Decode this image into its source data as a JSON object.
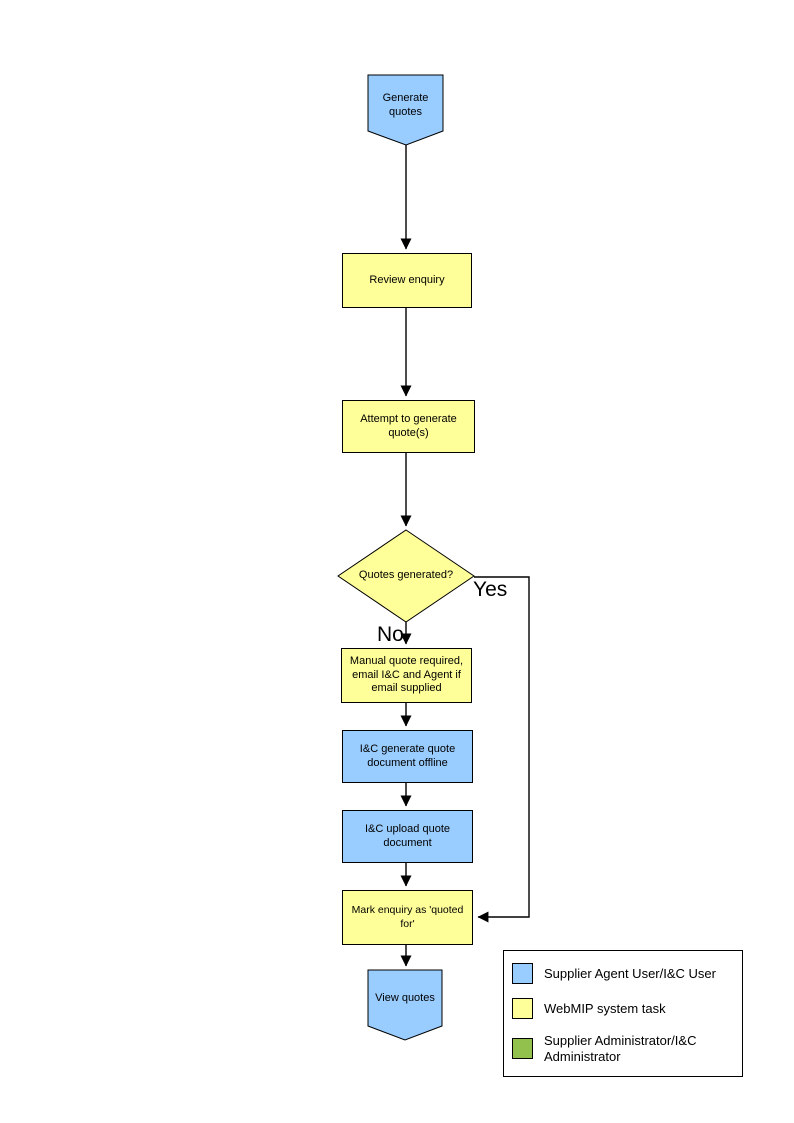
{
  "diagram": {
    "title": "Generate quotes flowchart",
    "background": "#ffffff"
  },
  "colors": {
    "user_task": "#99CCFF",
    "system_task": "#FFFF99",
    "admin_task": "#92C14E",
    "outline": "#000000",
    "connector": "#000000"
  },
  "nodes": {
    "generate_quotes": {
      "label": "Generate quotes",
      "shape": "off-page-connector",
      "role": "user_task"
    },
    "review_enquiry": {
      "label": "Review enquiry",
      "shape": "process",
      "role": "system_task"
    },
    "attempt_generate": {
      "label": "Attempt to generate quote(s)",
      "shape": "process",
      "role": "system_task"
    },
    "quotes_generated": {
      "label": "Quotes generated?",
      "shape": "decision",
      "role": "system_task"
    },
    "manual_quote": {
      "label": "Manual quote required, email I&C and Agent if email supplied",
      "shape": "process",
      "role": "system_task"
    },
    "ic_generate_offline": {
      "label": "I&C generate quote document offline",
      "shape": "process",
      "role": "user_task"
    },
    "ic_upload_document": {
      "label": "I&C upload quote document",
      "shape": "process",
      "role": "user_task"
    },
    "mark_enquiry_quoted": {
      "label": "Mark enquiry as 'quoted for'",
      "shape": "process",
      "role": "system_task"
    },
    "view_quotes": {
      "label": "View quotes",
      "shape": "off-page-connector",
      "role": "user_task"
    }
  },
  "branch_labels": {
    "yes": "Yes",
    "no": "No"
  },
  "legend": {
    "items": [
      {
        "swatch_color": "#99CCFF",
        "label": "Supplier Agent User/I&C User"
      },
      {
        "swatch_color": "#FFFF99",
        "label": "WebMIP system task"
      },
      {
        "swatch_color": "#92C14E",
        "label": "Supplier Administrator/I&C Administrator"
      }
    ]
  }
}
